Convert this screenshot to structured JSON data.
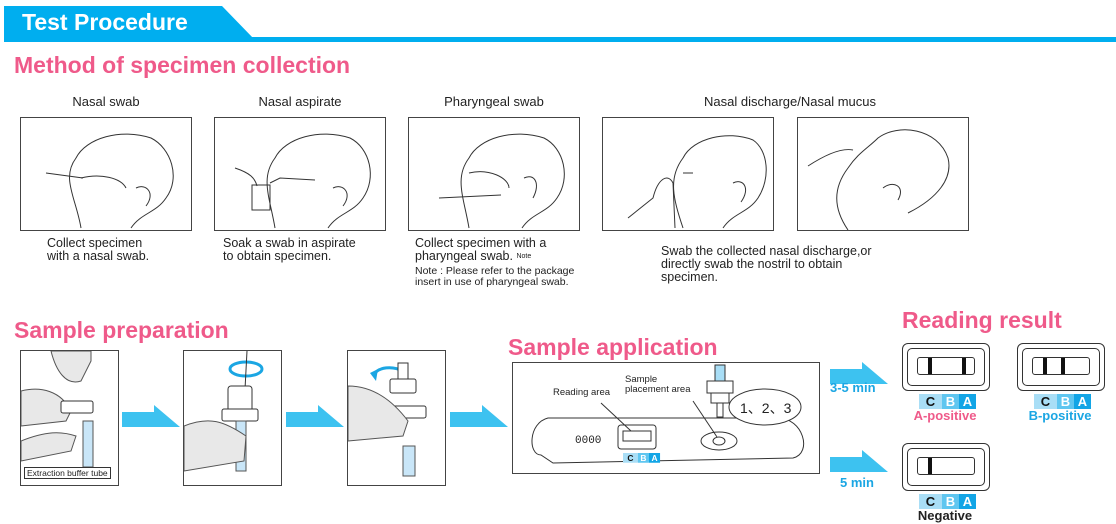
{
  "header": {
    "title": "Test Procedure",
    "accent": "#00aeef"
  },
  "collection": {
    "title": "Method of specimen collection",
    "methods": [
      {
        "label": "Nasal swab",
        "caption": [
          "Collect specimen",
          "with a nasal swab."
        ],
        "icon": "nasal-swab-illustration"
      },
      {
        "label": "Nasal aspirate",
        "caption": [
          "Soak a swab in aspirate",
          "to obtain specimen."
        ],
        "icon": "nasal-aspirate-illustration"
      },
      {
        "label": "Pharyngeal swab",
        "caption": [
          "Collect specimen with a",
          "pharyngeal swab."
        ],
        "caption_note_mark": "Note",
        "note": [
          "Note : Please refer to the package",
          "insert in use of pharyngeal swab."
        ],
        "icon": "pharyngeal-swab-illustration"
      },
      {
        "label": "Nasal discharge/Nasal mucus",
        "caption": [
          "Swab the collected nasal discharge,or",
          "directly swab the nostril to obtain",
          "specimen."
        ],
        "icon": "nasal-discharge-illustration"
      }
    ]
  },
  "preparation": {
    "title": "Sample preparation",
    "tube_label": "Extraction buffer tube",
    "steps": [
      "insert-swab-into-tube",
      "rotate-swab",
      "attach-nozzle-cap"
    ]
  },
  "application": {
    "title": "Sample application",
    "reading_area": "Reading area",
    "placement_area": [
      "Sample",
      "placement area"
    ],
    "drops": "1、2、3",
    "device_id": "0000",
    "cba": [
      "C",
      "B",
      "A"
    ]
  },
  "results": {
    "title": "Reading result",
    "time_positive": "3-5 min",
    "time_negative": "5 min",
    "items": [
      {
        "label": "A-positive",
        "color": "#ef5a8a",
        "lines": [
          "C",
          "A"
        ]
      },
      {
        "label": "B-positive",
        "color": "#1ba6e3",
        "lines": [
          "C",
          "B"
        ]
      },
      {
        "label": "Negative",
        "color": "#222222",
        "lines": [
          "C"
        ]
      }
    ],
    "cba": [
      "C",
      "B",
      "A"
    ]
  },
  "colors": {
    "pink": "#ef5a8a",
    "blue": "#00aeef",
    "arrow": "#3dc2f0"
  }
}
